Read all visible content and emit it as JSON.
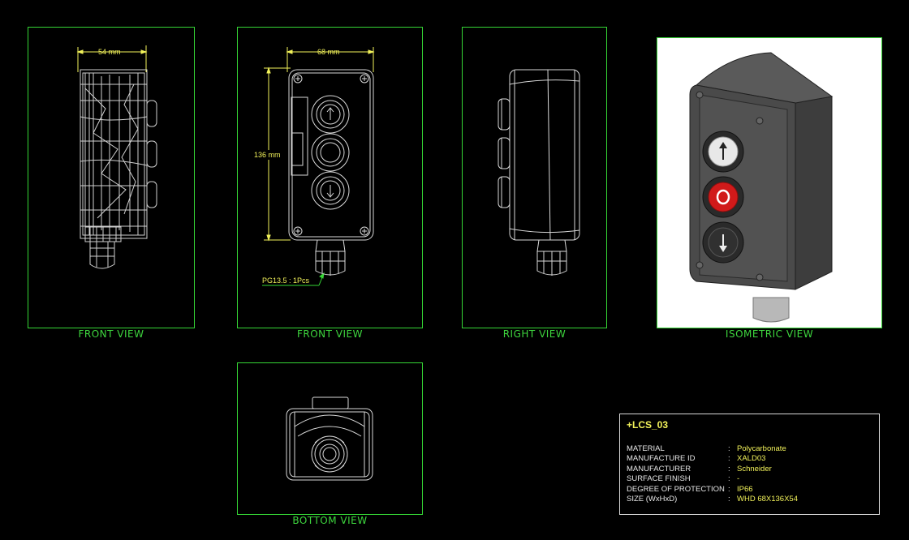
{
  "views": {
    "front_left": {
      "label": "FRONT VIEW",
      "dimension": "54 mm"
    },
    "front_center": {
      "label": "FRONT VIEW",
      "width_dimension": "68 mm",
      "height_dimension": "136 mm",
      "gland_note": "PG13.5 : 1Pcs"
    },
    "right": {
      "label": "RIGHT VIEW"
    },
    "isometric": {
      "label": "ISOMETRIC VIEW"
    },
    "bottom": {
      "label": "BOTTOM VIEW"
    }
  },
  "info": {
    "title": "+LCS_03",
    "rows": [
      {
        "key": "MATERIAL",
        "sep": ":",
        "value": "Polycarbonate"
      },
      {
        "key": "MANUFACTURE ID",
        "sep": ":",
        "value": "XALD03"
      },
      {
        "key": "MANUFACTURER",
        "sep": ":",
        "value": "Schneider"
      },
      {
        "key": "SURFACE FINISH",
        "sep": ":",
        "value": "-"
      },
      {
        "key": "DEGREE OF PROTECTION",
        "sep": ":",
        "value": "IP66"
      },
      {
        "key": "SIZE (WxHxD)",
        "sep": ":",
        "value": "WHD 68X136X54"
      }
    ]
  },
  "colors": {
    "frame": "#35d635",
    "caption": "#3ed63e",
    "dimension": "#f2f25a",
    "line": "#e8e8e8"
  }
}
